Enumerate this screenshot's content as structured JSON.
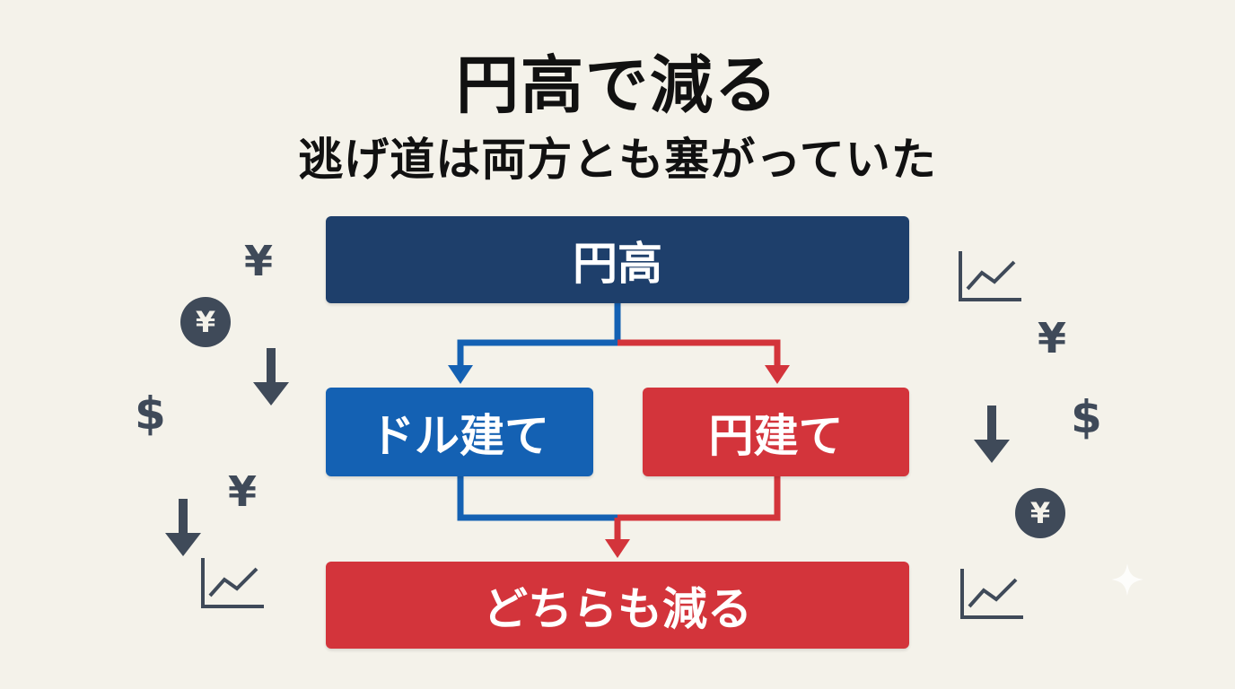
{
  "title": {
    "main": "円高で減る",
    "sub": "逃げ道は両方とも塞がっていた"
  },
  "flowchart": {
    "top": "円高",
    "left": "ドル建て",
    "right": "円建て",
    "bottom": "どちらも減る"
  },
  "decorations": {
    "yen_symbol": "¥",
    "dollar_symbol": "$"
  },
  "colors": {
    "background": "#f4f2ea",
    "navy": "#1e3f6b",
    "blue": "#1461b3",
    "red": "#d3343b",
    "icon": "#3f4a59"
  }
}
